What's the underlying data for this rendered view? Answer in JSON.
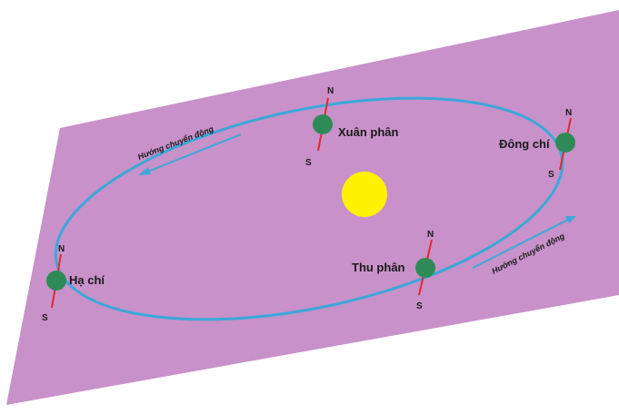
{
  "labels": {
    "xuan_phan": "Xuân phân",
    "dong_chi": "Đông chí",
    "thu_phan": "Thu phân",
    "ha_chi": "Hạ chí",
    "direction_top": "Hướng chuyển động",
    "direction_bottom": "Hướng chuyển động",
    "north": "N",
    "south": "S"
  },
  "colors": {
    "plane": "#c891c9",
    "orbit": "#3aa8d8",
    "earth": "#2e8b57",
    "axis": "#e0282e",
    "sun": "#fff200"
  }
}
